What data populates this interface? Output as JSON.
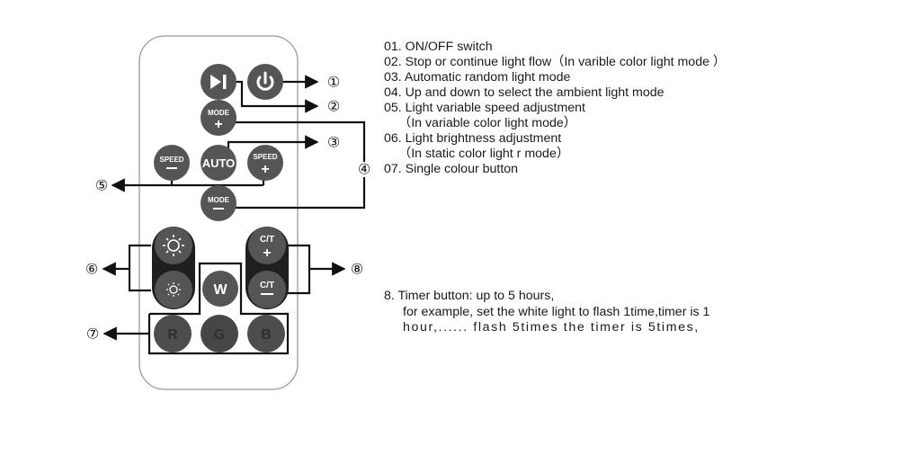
{
  "remote": {
    "buttons": {
      "play_pause": {
        "label": "▶I",
        "icon": "play-pause-icon"
      },
      "power": {
        "label": "⏻",
        "icon": "power-icon"
      },
      "mode_up": {
        "top": "MODE",
        "bottom": "+"
      },
      "auto": {
        "label": "AUTO"
      },
      "speed_down": {
        "top": "SPEED",
        "bottom": "—"
      },
      "speed_up": {
        "top": "SPEED",
        "bottom": "+"
      },
      "mode_down": {
        "top": "MODE",
        "bottom": "—"
      },
      "brightness_up": {
        "icon": "sun-large-icon"
      },
      "brightness_down": {
        "icon": "sun-small-icon"
      },
      "white": {
        "label": "W"
      },
      "timer_up": {
        "top": "C/T",
        "bottom": "+"
      },
      "timer_down": {
        "top": "C/T",
        "bottom": "—"
      },
      "red": {
        "label": "R"
      },
      "green": {
        "label": "G"
      },
      "blue": {
        "label": "B"
      }
    },
    "colors": {
      "button": "#5a5a5a",
      "button_dark": "#4a4a4a",
      "pill": "#1f1f1f",
      "outline": "#9a9a9a",
      "line": "#111111"
    }
  },
  "callouts": [
    "①",
    "②",
    "③",
    "④",
    "⑤",
    "⑥",
    "⑦",
    "⑧"
  ],
  "legend": {
    "items": [
      "01. ON/OFF switch",
      "02. Stop or continue light flow（In varible color light mode ）",
      "03. Automatic random light mode",
      "04. Up and down to select the ambient light mode",
      "05. Light variable speed adjustment",
      "（In variable color light mode）",
      "06. Light brightness adjustment",
      "（In static color light r mode）",
      "07. Single colour button"
    ]
  },
  "timer": {
    "title": "8. Timer button: up to 5 hours,",
    "line1": "for example, set the white light to flash 1time,timer is 1",
    "line2": "hour,...... flash 5times the timer is 5times,"
  }
}
